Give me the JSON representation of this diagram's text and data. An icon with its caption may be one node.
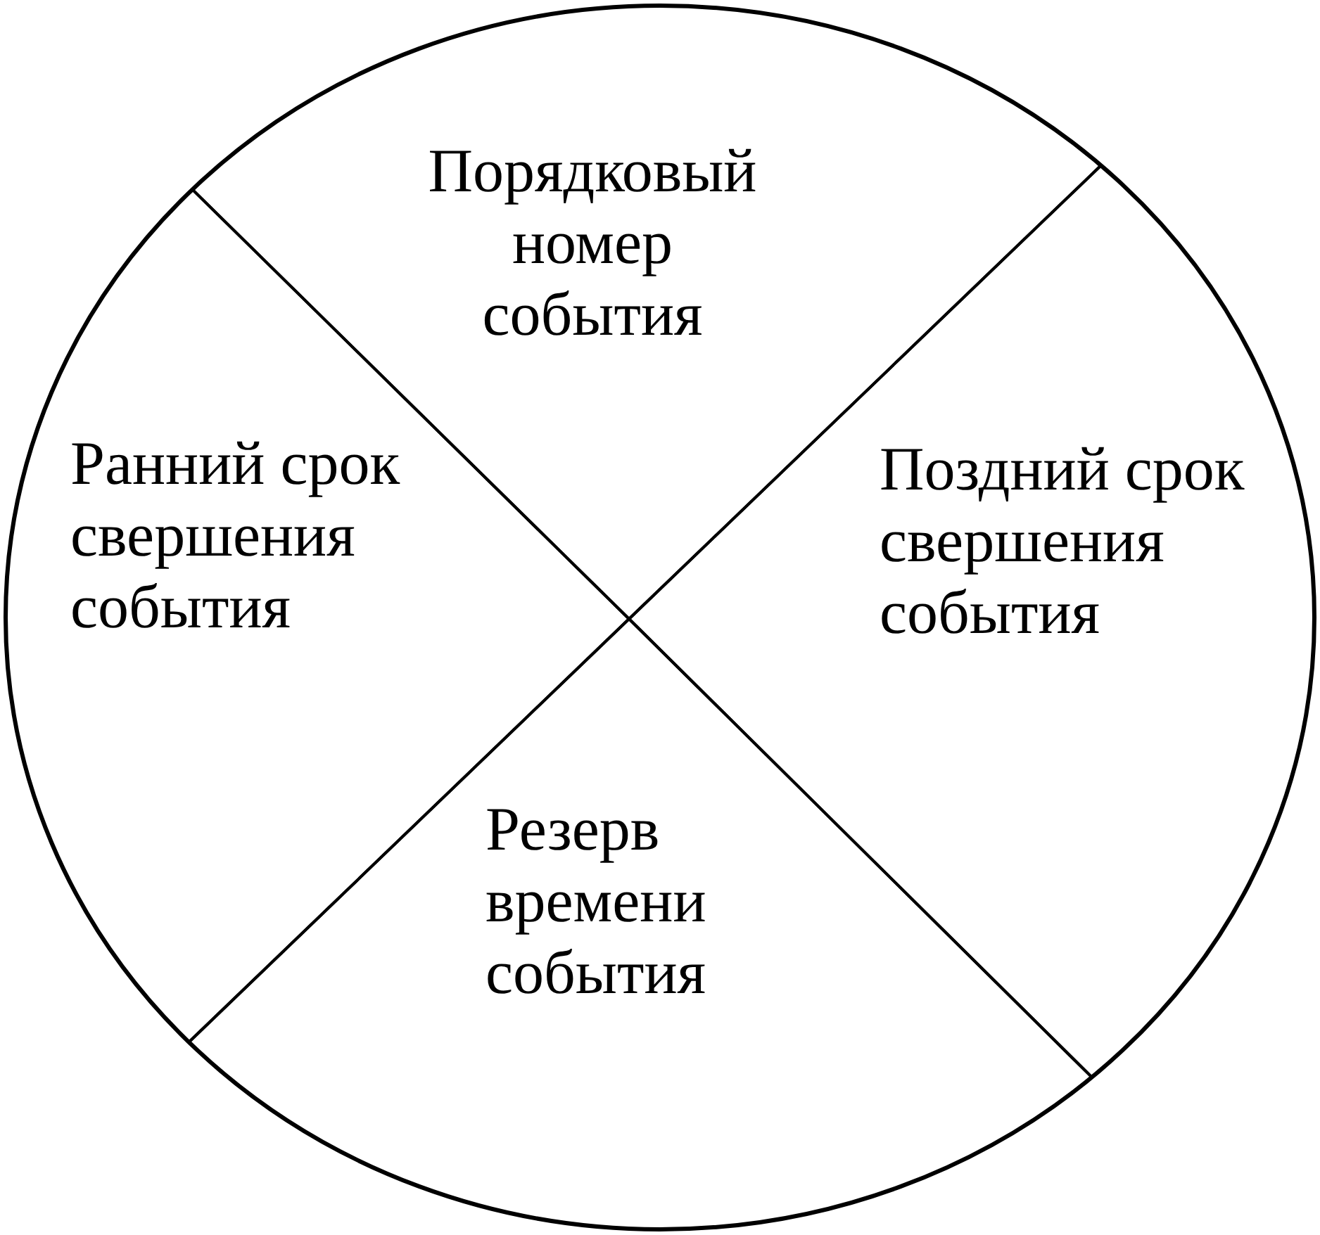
{
  "diagram": {
    "nodes": [
      {
        "text": [],
        "shape": "circle"
      },
      {
        "text": [
          "Порядковый номер события"
        ],
        "in": 0
      },
      {
        "text": [
          "Ранний срок свершения события"
        ],
        "in": 0
      },
      {
        "text": [
          "Поздний срок свершения события"
        ],
        "in": 0
      },
      {
        "text": [
          "Резерв времени события"
        ],
        "in": 0
      }
    ]
  }
}
